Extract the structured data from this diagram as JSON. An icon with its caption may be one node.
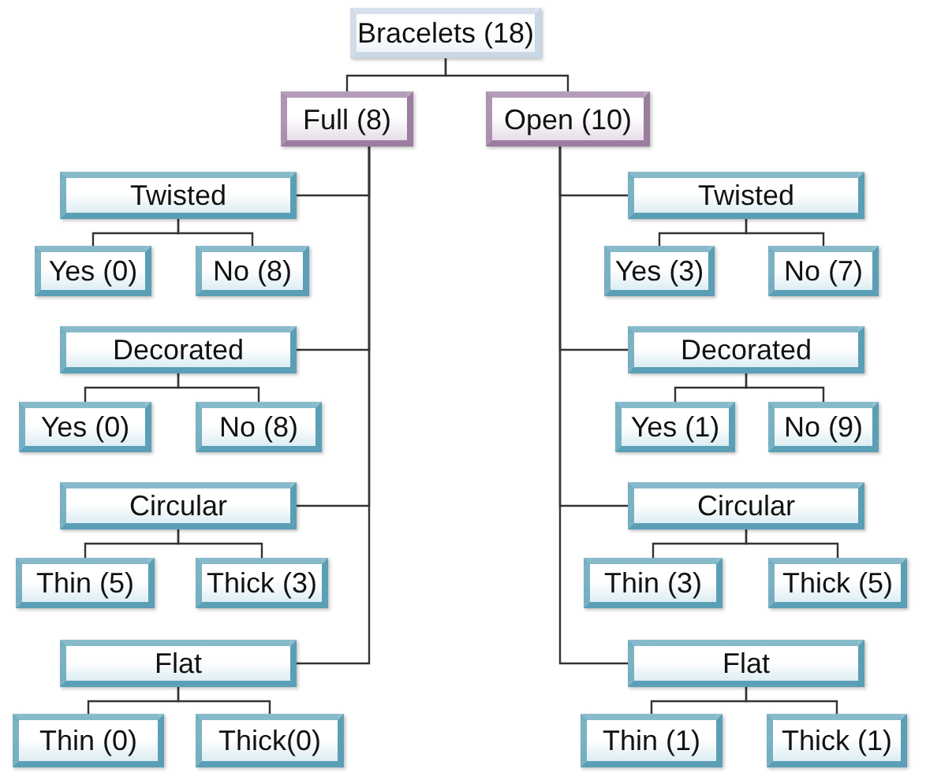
{
  "diagram": {
    "nodes": [
      {
        "text": [
          "Bracelets (18)"
        ]
      },
      {
        "text": [
          "Full (8)"
        ]
      },
      {
        "text": [
          "Open (10)"
        ]
      },
      {
        "text": [
          "Twisted"
        ]
      },
      {
        "text": [
          "Yes (0)"
        ]
      },
      {
        "text": [
          "No (8)"
        ]
      },
      {
        "text": [
          "Decorated"
        ]
      },
      {
        "text": [
          "Yes (0)"
        ]
      },
      {
        "text": [
          "No (8)"
        ]
      },
      {
        "text": [
          "Circular"
        ]
      },
      {
        "text": [
          "Thin (5)"
        ]
      },
      {
        "text": [
          "Thick (3)"
        ]
      },
      {
        "text": [
          "Flat"
        ]
      },
      {
        "text": [
          "Thin (0)"
        ]
      },
      {
        "text": [
          "Thick(0)"
        ]
      },
      {
        "text": [
          "Twisted"
        ]
      },
      {
        "text": [
          "Yes (3)"
        ]
      },
      {
        "text": [
          "No (7)"
        ]
      },
      {
        "text": [
          "Decorated"
        ]
      },
      {
        "text": [
          "Yes (1)"
        ]
      },
      {
        "text": [
          "No (9)"
        ]
      },
      {
        "text": [
          "Circular"
        ]
      },
      {
        "text": [
          "Thin (3)"
        ]
      },
      {
        "text": [
          "Thick (5)"
        ]
      },
      {
        "text": [
          "Flat"
        ]
      },
      {
        "text": [
          "Thin (1)"
        ]
      },
      {
        "text": [
          "Thick (1)"
        ]
      }
    ],
    "edges": [
      {
        "from": 0,
        "to": 1,
        "arrow": "none"
      },
      {
        "from": 0,
        "to": 2,
        "arrow": "none"
      },
      {
        "from": 1,
        "to": 3,
        "arrow": "none"
      },
      {
        "from": 1,
        "to": 6,
        "arrow": "none"
      },
      {
        "from": 1,
        "to": 9,
        "arrow": "none"
      },
      {
        "from": 1,
        "to": 12,
        "arrow": "none"
      },
      {
        "from": 3,
        "to": 4,
        "arrow": "none"
      },
      {
        "from": 3,
        "to": 5,
        "arrow": "none"
      },
      {
        "from": 6,
        "to": 7,
        "arrow": "none"
      },
      {
        "from": 6,
        "to": 8,
        "arrow": "none"
      },
      {
        "from": 9,
        "to": 10,
        "arrow": "none"
      },
      {
        "from": 9,
        "to": 11,
        "arrow": "none"
      },
      {
        "from": 12,
        "to": 13,
        "arrow": "none"
      },
      {
        "from": 12,
        "to": 14,
        "arrow": "none"
      },
      {
        "from": 2,
        "to": 15,
        "arrow": "none"
      },
      {
        "from": 2,
        "to": 18,
        "arrow": "none"
      },
      {
        "from": 2,
        "to": 21,
        "arrow": "none"
      },
      {
        "from": 2,
        "to": 24,
        "arrow": "none"
      },
      {
        "from": 15,
        "to": 16,
        "arrow": "none"
      },
      {
        "from": 15,
        "to": 17,
        "arrow": "none"
      },
      {
        "from": 18,
        "to": 19,
        "arrow": "none"
      },
      {
        "from": 18,
        "to": 20,
        "arrow": "none"
      },
      {
        "from": 21,
        "to": 22,
        "arrow": "none"
      },
      {
        "from": 21,
        "to": 23,
        "arrow": "none"
      },
      {
        "from": 24,
        "to": 25,
        "arrow": "none"
      },
      {
        "from": 24,
        "to": 26,
        "arrow": "none"
      }
    ]
  }
}
